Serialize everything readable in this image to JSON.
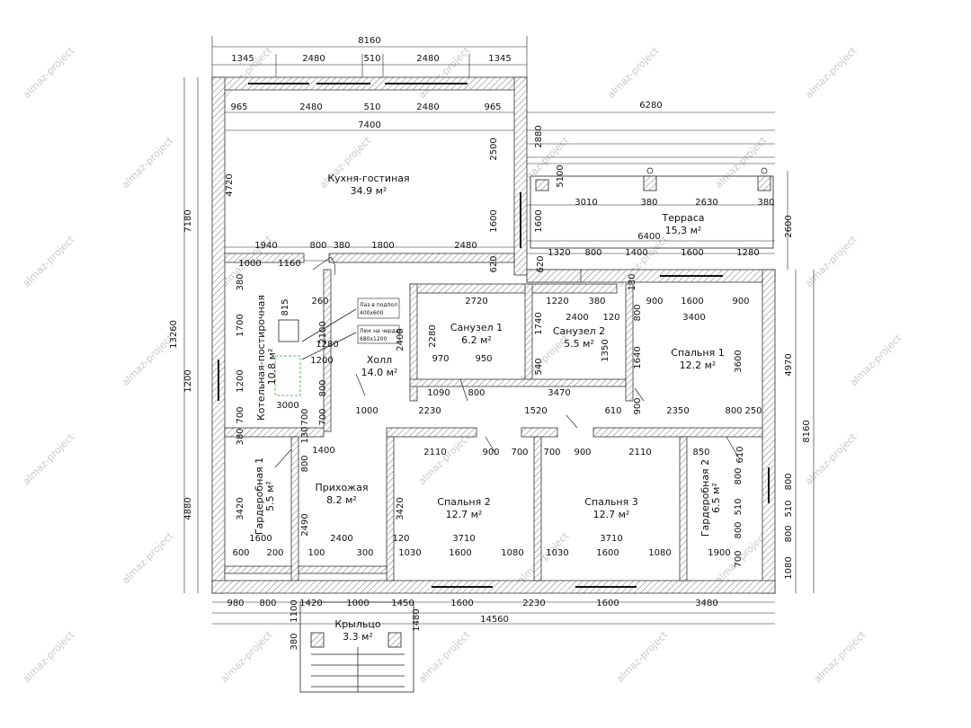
{
  "watermark": "almaz-project",
  "dims": {
    "top_total": "8160",
    "top_1345a": "1345",
    "top_2480a": "2480",
    "top_510": "510",
    "top_2480b": "2480",
    "top_1345b": "1345",
    "in_965a": "965",
    "in_2480a": "2480",
    "in_510": "510",
    "in_2480b": "2480",
    "in_965b": "965",
    "in_7400": "7400",
    "terr_6280": "6280",
    "terr_2880": "2880",
    "terr_5100": "5100",
    "terr_3010": "3010",
    "terr_380a": "380",
    "terr_2630": "2630",
    "terr_380b": "380",
    "terr_6400": "6400",
    "terr_2600": "2600",
    "terr_1600": "1600",
    "k_4720": "4720",
    "k_2500": "2500",
    "k_1600": "1600",
    "k_620a": "620",
    "k_620b": "620",
    "r_1940": "1940",
    "r_800a": "800",
    "r_380": "380",
    "r_1800": "1800",
    "r_2480": "2480",
    "r_1320": "1320",
    "r_800b": "800",
    "r_1400": "1400",
    "r_1600": "1600",
    "r_1280": "1280",
    "b_1000": "1000",
    "b_1160": "1160",
    "b_380": "380",
    "b_815": "815",
    "b_1700": "1700",
    "b_260": "260",
    "b_2100": "2100",
    "b_1280": "1280",
    "b_1200a": "1200",
    "b_1200b": "1200",
    "b_800": "800",
    "b_3000": "3000",
    "b_700a": "700",
    "b_700b": "700",
    "b_700c": "700",
    "b_1000b": "1000",
    "s1_2720": "2720",
    "s1_2280": "2280",
    "s1_970": "970",
    "s1_950": "950",
    "s1_1090": "1090",
    "s1_800": "800",
    "h_2400": "2400",
    "s2_1220": "1220",
    "s2_380": "380",
    "s2_130": "130",
    "s2_2400": "2400",
    "s2_120": "120",
    "s2_1740": "1740",
    "s2_1350": "1350",
    "s2_540": "540",
    "s2_3470": "3470",
    "s2_800": "800",
    "sp1_900a": "900",
    "sp1_1600": "1600",
    "sp1_900b": "900",
    "sp1_3400": "3400",
    "sp1_1640": "1640",
    "sp1_3600": "3600",
    "sp1_610": "610",
    "sp1_900c": "900",
    "sp1_2350": "2350",
    "sp1_800": "800",
    "sp1_250": "250",
    "c_2230": "2230",
    "c_1520": "1520",
    "c_380": "380",
    "c_130": "130",
    "c_1400": "1400",
    "c_2110a": "2110",
    "c_900a": "900",
    "c_700a": "700",
    "c_700b": "700",
    "c_900b": "900",
    "c_2110b": "2110",
    "c_850": "850",
    "c_610": "610",
    "g1_800": "800",
    "g1_3420": "3420",
    "g1_2490": "2490",
    "g1_1600": "1600",
    "g1_2400": "2400",
    "g1_600": "600",
    "g1_200": "200",
    "g1_100": "100",
    "g1_300": "300",
    "sp2_3420": "3420",
    "sp2_120": "120",
    "sp2_3710": "3710",
    "sp2_1030": "1030",
    "sp2_1600": "1600",
    "sp2_1080": "1080",
    "sp3_1030": "1030",
    "sp3_3710": "3710",
    "sp3_1600": "1600",
    "sp3_1080": "1080",
    "g2_800a": "800",
    "g2_510a": "510",
    "g2_800b": "800",
    "g2_700": "700",
    "g2_1900": "1900",
    "g2_800c": "800",
    "g2_510b": "510",
    "g2_800d": "800",
    "g2_1080": "1080",
    "bot_980": "980",
    "bot_800": "800",
    "bot_1420": "1420",
    "bot_1000": "1000",
    "bot_1450": "1450",
    "bot_1600a": "1600",
    "bot_2230": "2230",
    "bot_1600b": "1600",
    "bot_3480": "3480",
    "bot_14560": "14560",
    "bot_1100": "1100",
    "bot_1480": "1480",
    "bot_380": "380",
    "left_7180": "7180",
    "left_13260": "13260",
    "left_1200": "1200",
    "left_4880": "4880",
    "right_4970": "4970",
    "right_8160": "8160"
  },
  "rooms": {
    "kitchen_name": "Кухня-гостиная",
    "kitchen_area": "34.9 м²",
    "terrace_name": "Терраса",
    "terrace_area": "15,3 м²",
    "boiler_name": "Котельная-постирочная",
    "boiler_area": "10.8 м²",
    "hall_name": "Холл",
    "hall_area": "14.0 м²",
    "bath1_name": "Санузел 1",
    "bath1_area": "6.2 м²",
    "bath2_name": "Санузел 2",
    "bath2_area": "5.5 м²",
    "bed1_name": "Спальня 1",
    "bed1_area": "12.2 м²",
    "entry_name": "Прихожая",
    "entry_area": "8.2 м²",
    "bed2_name": "Спальня 2",
    "bed2_area": "12.7 м²",
    "bed3_name": "Спальня 3",
    "bed3_area": "12.7 м²",
    "ward1_name": "Гардеробная 1",
    "ward1_area": "5.5 м²",
    "ward2_name": "Гардеробная 2",
    "ward2_area": "6.5 м²",
    "porch_name": "Крыльцо",
    "porch_area": "3.3 м²"
  },
  "notes": {
    "hatch_floor": "Лаз в подпол",
    "hatch_floor_size": "400х600",
    "hatch_attic": "Люк на чердак",
    "hatch_attic_size": "680х1200"
  }
}
